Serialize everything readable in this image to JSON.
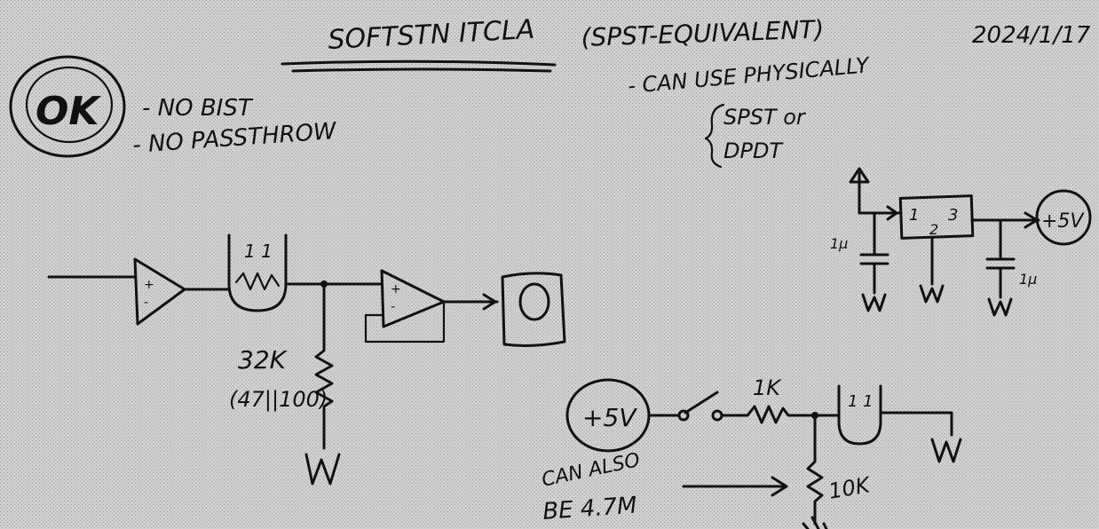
{
  "header": {
    "title": "SOFTSTN ITCLA",
    "subtitle": "(SPST-EQUIVALENT)",
    "date": "2024/1/17"
  },
  "status_stamp": "OK",
  "notes": {
    "no_bist": "- NO BIST",
    "no_passthrough": "- NO PASSTHROW",
    "can_use_physically": "- CAN USE PHYSICALLY",
    "spst_or": "SPST or",
    "dpdt": "DPDT"
  },
  "regulator": {
    "pin_1": "1",
    "pin_2": "2",
    "pin_3": "3",
    "output": "+5V",
    "input_cap": "1µ",
    "output_cap": "1µ"
  },
  "signal_chain": {
    "buffer_plus": "+",
    "buffer_minus": "-",
    "pot_pins": "1 1",
    "comp_plus": "+",
    "comp_minus": "-",
    "resistor_value": "32K",
    "resistor_alt": "(47||100)"
  },
  "switch_circuit": {
    "source": "+5V",
    "series_resistor": "1K",
    "pulldown_resistor": "10K",
    "pot_pins": "1 1",
    "alt_note_line1": "CAN ALSO",
    "alt_note_line2": "BE 4.7M"
  },
  "icons": [
    "ground-symbol",
    "op-amp-triangle",
    "potentiometer",
    "display-box",
    "switch-contact",
    "arrow"
  ]
}
